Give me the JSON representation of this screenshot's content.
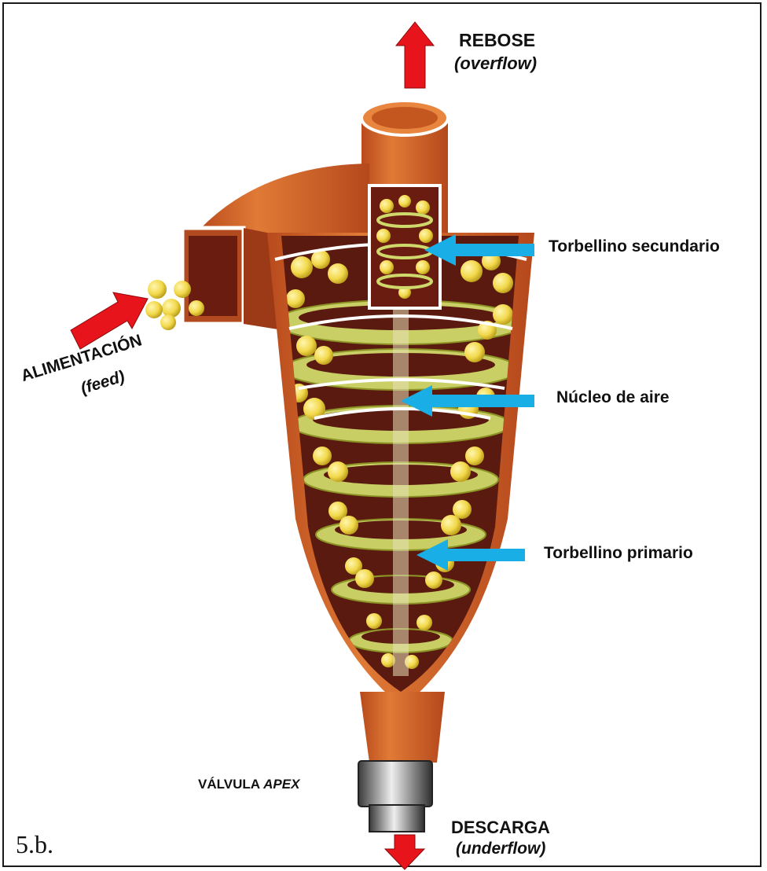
{
  "labels": {
    "overflow_title": "REBOSE",
    "overflow_sub": "(overflow)",
    "secondary_vortex": "Torbellino secundario",
    "feed_title": "ALIMENTACIÓN",
    "feed_sub": "(feed)",
    "air_core": "Núcleo de aire",
    "primary_vortex": "Torbellino primario",
    "apex_prefix": "VÁLVULA ",
    "apex_italic": "APEX",
    "underflow_title": "DESCARGA",
    "underflow_sub": "(underflow)"
  },
  "figure_label": "5.b.",
  "colors": {
    "shell": "#d4692a",
    "shell_dark": "#8a2a14",
    "interior": "#5a1a10",
    "particles": "#f2d84a",
    "spiral": "#cfd86a",
    "pointer_arrows": "#19aee6",
    "flow_arrows": "#e8141b",
    "apex_valve": "#9a9a9a"
  }
}
